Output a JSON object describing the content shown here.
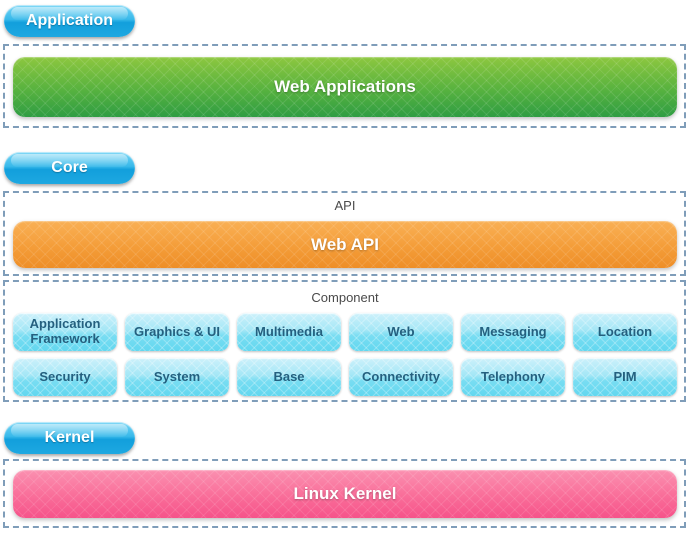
{
  "colors": {
    "pill_blue_top": "#74d4f5",
    "pill_blue_bottom": "#129fdc",
    "green_bar_top": "#8dc73f",
    "green_bar_bottom": "#2f9d43",
    "orange_bar_top": "#f9b055",
    "orange_bar_bottom": "#ee8e27",
    "pink_bar_top": "#fb90b0",
    "pink_bar_bottom": "#f6538a",
    "tile_cyan_top": "#cdf1fb",
    "tile_cyan_bottom": "#62d7ef",
    "dashed_border": "#7f9db9",
    "caption_text": "#4a4a4a",
    "tile_text": "#24607f",
    "bar_text": "#ffffff"
  },
  "application": {
    "pill_label": "Application",
    "bar_label": "Web Applications"
  },
  "core": {
    "pill_label": "Core",
    "api_caption": "API",
    "api_bar_label": "Web API",
    "component_caption": "Component",
    "components": [
      "Application Framework",
      "Graphics & UI",
      "Multimedia",
      "Web",
      "Messaging",
      "Location",
      "Security",
      "System",
      "Base",
      "Connectivity",
      "Telephony",
      "PIM"
    ]
  },
  "kernel": {
    "pill_label": "Kernel",
    "bar_label": "Linux Kernel"
  }
}
